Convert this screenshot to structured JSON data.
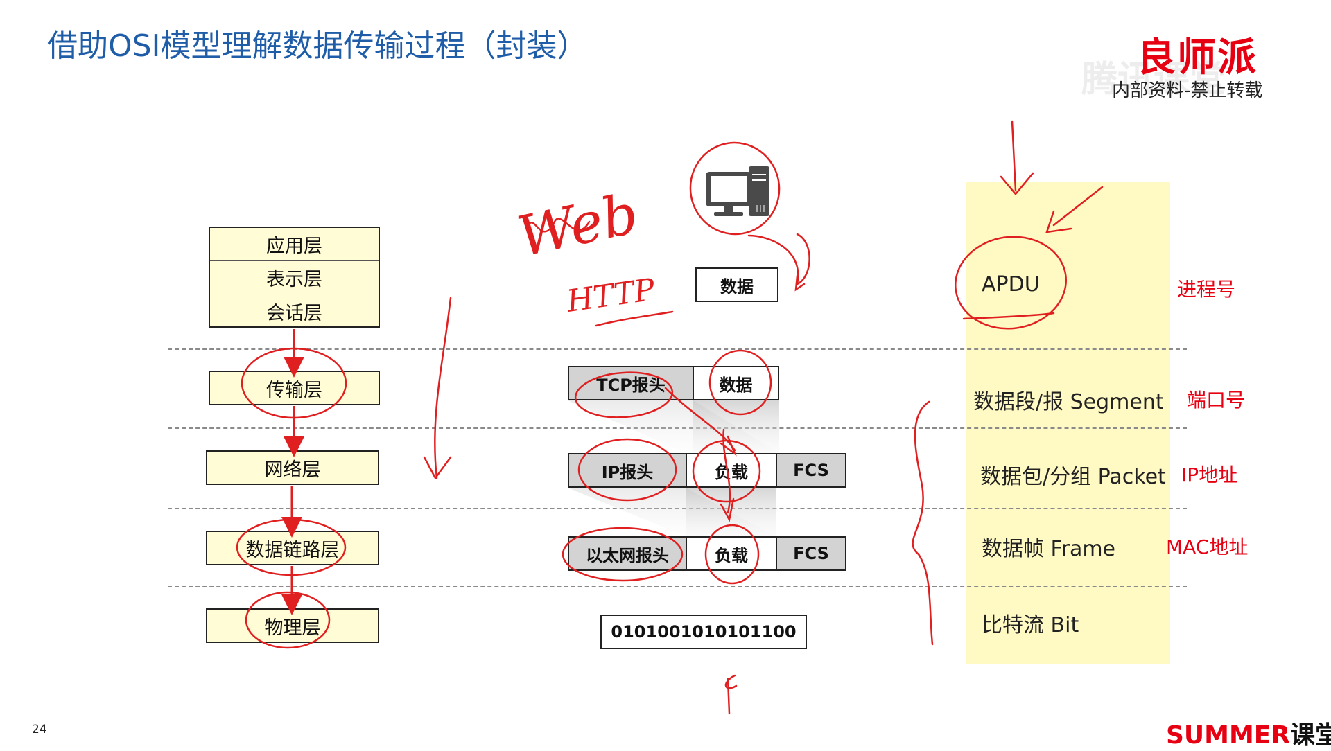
{
  "slide": {
    "title": "借助OSI模型理解数据传输过程（封装）",
    "page_number": "24"
  },
  "brand": {
    "name": "良师派",
    "subtitle": "内部资料-禁止转载",
    "watermark": "腾讯课堂",
    "footer_logo_main": "SUMMER",
    "footer_logo_suffix": "课堂"
  },
  "osi_layers": {
    "application": "应用层",
    "presentation": "表示层",
    "session": "会话层",
    "transport": "传输层",
    "network": "网络层",
    "datalink": "数据链路层",
    "physical": "物理层"
  },
  "packets": {
    "app_data": "数据",
    "tcp_header": "TCP报头",
    "tcp_data": "数据",
    "ip_header": "IP报头",
    "ip_payload": "负载",
    "ip_fcs": "FCS",
    "eth_header": "以太网报头",
    "eth_payload": "负载",
    "eth_fcs": "FCS",
    "bits": "0101001010101100"
  },
  "pdu_names": {
    "apdu": "APDU",
    "segment": "数据段/报 Segment",
    "packet": "数据包/分组 Packet",
    "frame": "数据帧 Frame",
    "bit": "比特流 Bit"
  },
  "addresses": {
    "process": "进程号",
    "port": "端口号",
    "ip": "IP地址",
    "mac": "MAC地址"
  },
  "handwriting": {
    "web": "Web",
    "http": "HTTP"
  },
  "colors": {
    "title": "#1f5da8",
    "annotation_red": "#e60012",
    "layer_fill": "#fffcd6",
    "pdu_column": "#fff9c4",
    "header_gray": "#d3d3d3"
  },
  "icons": [
    "computer-icon"
  ]
}
